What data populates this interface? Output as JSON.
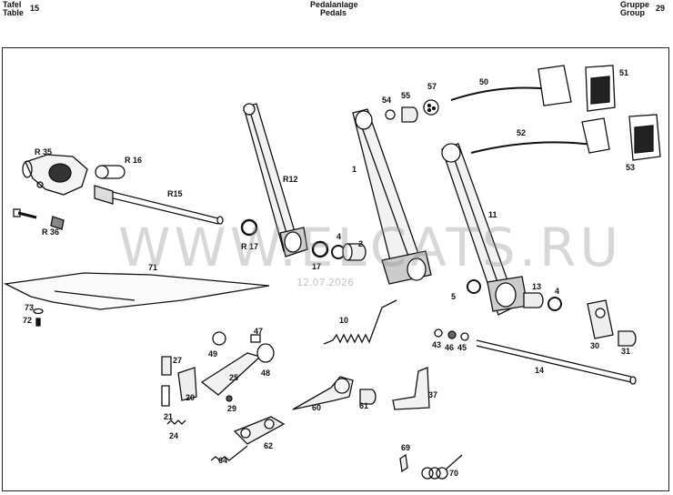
{
  "header": {
    "left_label_1": "Tafel",
    "left_label_2": "Table",
    "table_number": "15",
    "title_de": "Pedalanlage",
    "title_en": "Pedals",
    "right_label_1": "Gruppe",
    "right_label_2": "Group",
    "group_number": "29"
  },
  "watermark": {
    "text": "WWW.ELCATS.RU",
    "date": "12.07.2026"
  },
  "callouts": [
    "R 35",
    "R 16",
    "R15",
    "R 36",
    "R12",
    "R 17",
    "17",
    "4",
    "2",
    "1",
    "54",
    "55",
    "57",
    "50",
    "51",
    "52",
    "53",
    "11",
    "5",
    "13",
    "4",
    "71",
    "73",
    "72",
    "10",
    "43",
    "46",
    "45",
    "30",
    "31",
    "27",
    "20",
    "21",
    "49",
    "25",
    "48",
    "47",
    "29",
    "14",
    "60",
    "61",
    "37",
    "24",
    "62",
    "64",
    "69",
    "70"
  ]
}
